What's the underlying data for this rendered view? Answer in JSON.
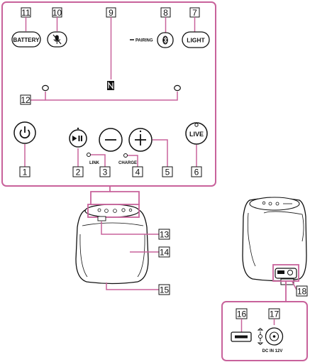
{
  "top_panel": {
    "callouts": [
      "11",
      "10",
      "9",
      "8",
      "7",
      "12",
      "1",
      "2",
      "3",
      "4",
      "5",
      "6"
    ],
    "buttons": {
      "battery": "BATTERY",
      "light": "LIGHT",
      "live": "LIVE"
    },
    "pairing_label": "PAIRING",
    "link_label": "LINK",
    "charge_label": "CHARGE"
  },
  "speaker_front": {
    "callouts": [
      "13",
      "14",
      "15"
    ]
  },
  "speaker_rear": {
    "callouts": [
      "18",
      "16",
      "17"
    ],
    "dc_label": "DC IN 12V"
  },
  "colors": {
    "accent": "#c8629b",
    "outline": "#1a1a1a"
  }
}
